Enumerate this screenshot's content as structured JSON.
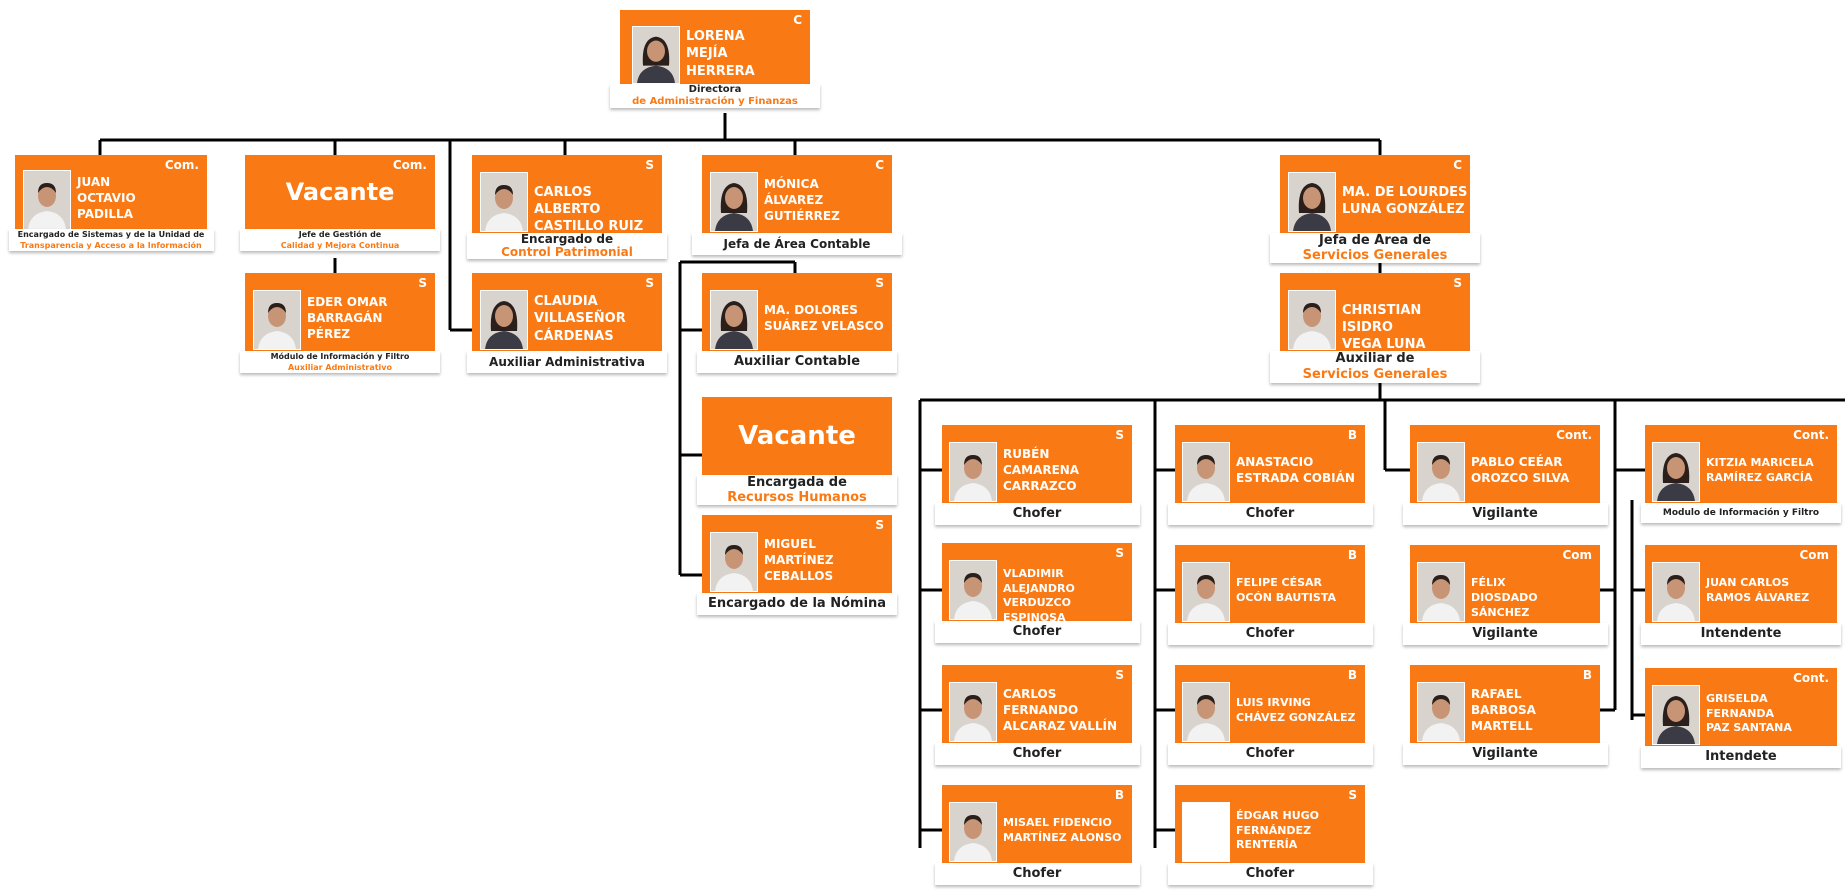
{
  "colors": {
    "orange": "#f97a15",
    "connector": "#000000",
    "role_text": "#222222"
  },
  "nodes": [
    {
      "id": "director",
      "name": "LORENA\nMEJÍA\nHERRERA",
      "badge": "C",
      "role": [
        "Directora",
        "de Administración y Finanzas"
      ],
      "photo": "woman-portrait"
    },
    {
      "id": "sistemas",
      "name": "JUAN\nOCTAVIO\nPADILLA",
      "badge": "Com.",
      "role": [
        "Encargado de Sistemas y de la Unidad de",
        "Transparencia y Acceso a la Información"
      ],
      "photo": "man-portrait"
    },
    {
      "id": "calidad",
      "vacant": "Vacante",
      "badge": "Com.",
      "role": [
        "Jefe de Gestión de",
        "Calidad y Mejora Continua"
      ]
    },
    {
      "id": "modulo1",
      "name": "EDER OMAR\nBARRAGÁN\nPÉREZ",
      "badge": "S",
      "role": [
        "Módulo de Información y Filtro",
        "Auxiliar Administrativo"
      ],
      "photo": "man-portrait"
    },
    {
      "id": "patrimonial",
      "name": "CARLOS ALBERTO\nCASTILLO RUIZ",
      "badge": "S",
      "role": [
        "Encargado de",
        "Control Patrimonial"
      ],
      "photo": "man-portrait"
    },
    {
      "id": "auxadm",
      "name": "CLAUDIA\nVILLASEÑOR\nCÁRDENAS",
      "badge": "S",
      "role": [
        "Auxiliar Administrativa"
      ],
      "photo": "woman-portrait"
    },
    {
      "id": "contable",
      "name": "MÓNICA\nÁLVAREZ\nGUTIÉRREZ",
      "badge": "C",
      "role": [
        "Jefa de Área Contable"
      ],
      "photo": "woman-portrait"
    },
    {
      "id": "auxcont",
      "name": "MA. DOLORES\nSUÁREZ VELASCO",
      "badge": "S",
      "role": [
        "Auxiliar Contable"
      ],
      "photo": "woman-portrait"
    },
    {
      "id": "rh",
      "vacant": "Vacante",
      "badge": "",
      "role": [
        "Encargada de",
        "Recursos Humanos"
      ]
    },
    {
      "id": "nomina",
      "name": "MIGUEL\nMARTÍNEZ\nCEBALLOS",
      "badge": "S",
      "role": [
        "Encargado de la Nómina"
      ],
      "photo": "man-portrait"
    },
    {
      "id": "servgen",
      "name": "MA. DE LOURDES\nLUNA GONZÁLEZ",
      "badge": "C",
      "role": [
        "Jefa de Área de",
        "Servicios Generales"
      ],
      "photo": "woman-portrait"
    },
    {
      "id": "auxserv",
      "name": "CHRISTIAN ISIDRO\nVEGA LUNA",
      "badge": "S",
      "role": [
        "Auxiliar de",
        "Servicios Generales"
      ],
      "photo": "man-portrait"
    },
    {
      "id": "chofer1",
      "name": "RUBÉN\nCAMARENA\nCARRAZCO",
      "badge": "S",
      "role": [
        "Chofer"
      ],
      "photo": "man-portrait"
    },
    {
      "id": "chofer2",
      "name": "VLADIMIR\nALEJANDRO\nVERDUZCO ESPINOSA",
      "badge": "S",
      "role": [
        "Chofer"
      ],
      "photo": "man-portrait"
    },
    {
      "id": "chofer3",
      "name": "CARLOS\nFERNANDO\nALCARAZ VALLÍN",
      "badge": "S",
      "role": [
        "Chofer"
      ],
      "photo": "man-portrait"
    },
    {
      "id": "chofer4",
      "name": "MISAEL FIDENCIO\nMARTÍNEZ ALONSO",
      "badge": "B",
      "role": [
        "Chofer"
      ],
      "photo": "man-portrait"
    },
    {
      "id": "chofer5",
      "name": "ANASTACIO\nESTRADA COBIÁN",
      "badge": "B",
      "role": [
        "Chofer"
      ],
      "photo": "man-portrait"
    },
    {
      "id": "chofer6",
      "name": "FELIPE CÉSAR\nOCÓN BAUTISTA",
      "badge": "B",
      "role": [
        "Chofer"
      ],
      "photo": "man-portrait"
    },
    {
      "id": "chofer7",
      "name": "LUIS IRVING\nCHÁVEZ GONZÁLEZ",
      "badge": "B",
      "role": [
        "Chofer"
      ],
      "photo": "man-portrait"
    },
    {
      "id": "chofer8",
      "name": "ÉDGAR HUGO\nFERNÁNDEZ\nRENTERÍA",
      "badge": "S",
      "role": [
        "Chofer"
      ],
      "photo": "blank"
    },
    {
      "id": "vig1",
      "name": "PABLO CEÉAR\nOROZCO SILVA",
      "badge": "Cont.",
      "role": [
        "Vigilante"
      ],
      "photo": "man-portrait"
    },
    {
      "id": "vig2",
      "name": "FÉLIX\nDIOSDADO SÁNCHEZ",
      "badge": "Com",
      "role": [
        "Vigilante"
      ],
      "photo": "man-portrait"
    },
    {
      "id": "vig3",
      "name": "RAFAEL\nBARBOSA\nMARTELL",
      "badge": "B",
      "role": [
        "Vigilante"
      ],
      "photo": "man-portrait"
    },
    {
      "id": "modulo2",
      "name": "KITZIA MARICELA\nRAMÍREZ GARCÍA",
      "badge": "Cont.",
      "role": [
        "Modulo de Información y Filtro"
      ],
      "photo": "woman-portrait"
    },
    {
      "id": "int1",
      "name": "JUAN CARLOS\nRAMOS ÁLVAREZ",
      "badge": "Com",
      "role": [
        "Intendente"
      ],
      "photo": "man-portrait"
    },
    {
      "id": "int2",
      "name": "GRISELDA\nFERNANDA\nPAZ SANTANA",
      "badge": "Cont.",
      "role": [
        "Intendete"
      ],
      "photo": "woman-portrait"
    }
  ]
}
